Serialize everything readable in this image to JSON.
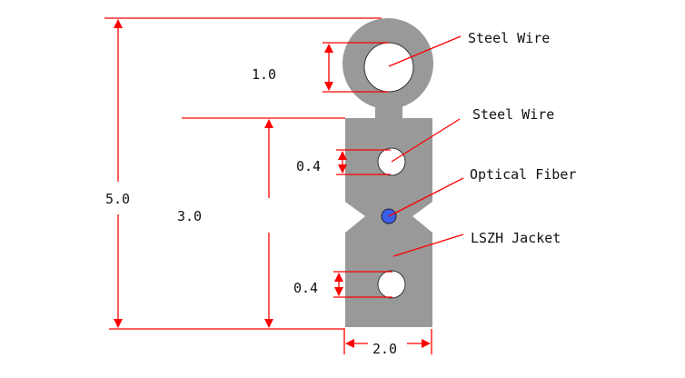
{
  "labels": {
    "steel_wire_top": "Steel Wire",
    "steel_wire_mid": "Steel Wire",
    "optical_fiber": "Optical Fiber",
    "lszh_jacket": "LSZH Jacket"
  },
  "dimensions": {
    "total_height": "5.0",
    "body_height": "3.0",
    "messenger_wire": "1.0",
    "upper_wire": "0.4",
    "lower_wire": "0.4",
    "width": "2.0"
  },
  "colors": {
    "jacket": "#999999",
    "fiber": "#3a5fe8",
    "dimension": "#ff0000"
  }
}
